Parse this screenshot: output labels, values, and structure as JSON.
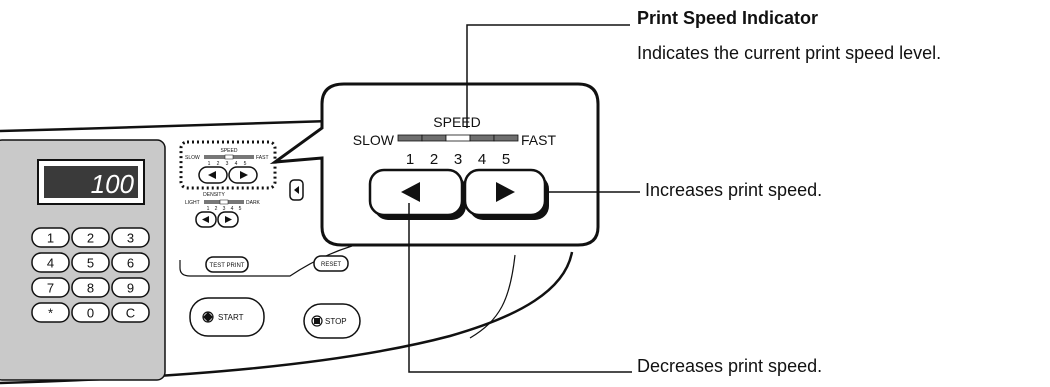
{
  "callouts": {
    "indicator_title": "Print Speed Indicator",
    "indicator_desc": "Indicates the current print speed level.",
    "increase": "Increases print speed.",
    "decrease": "Decreases print speed."
  },
  "zoom_panel": {
    "speed_label": "SPEED",
    "slow_label": "SLOW",
    "fast_label": "FAST",
    "levels": [
      "1",
      "2",
      "3",
      "4",
      "5"
    ],
    "current_level": 3
  },
  "small_panel": {
    "speed_label": "SPEED",
    "slow_label": "SLOW",
    "fast_label": "FAST",
    "density_label": "DENSITY",
    "light_label": "LIGHT",
    "dark_label": "DARK",
    "levels": [
      "1",
      "2",
      "3",
      "4",
      "5"
    ],
    "test_print_label": "TEST PRINT",
    "reset_label": "RESET",
    "start_label": "START",
    "stop_label": "STOP",
    "display_value": "100",
    "keypad": [
      "1",
      "2",
      "3",
      "4",
      "5",
      "6",
      "7",
      "8",
      "9",
      "*",
      "0",
      "C"
    ]
  }
}
